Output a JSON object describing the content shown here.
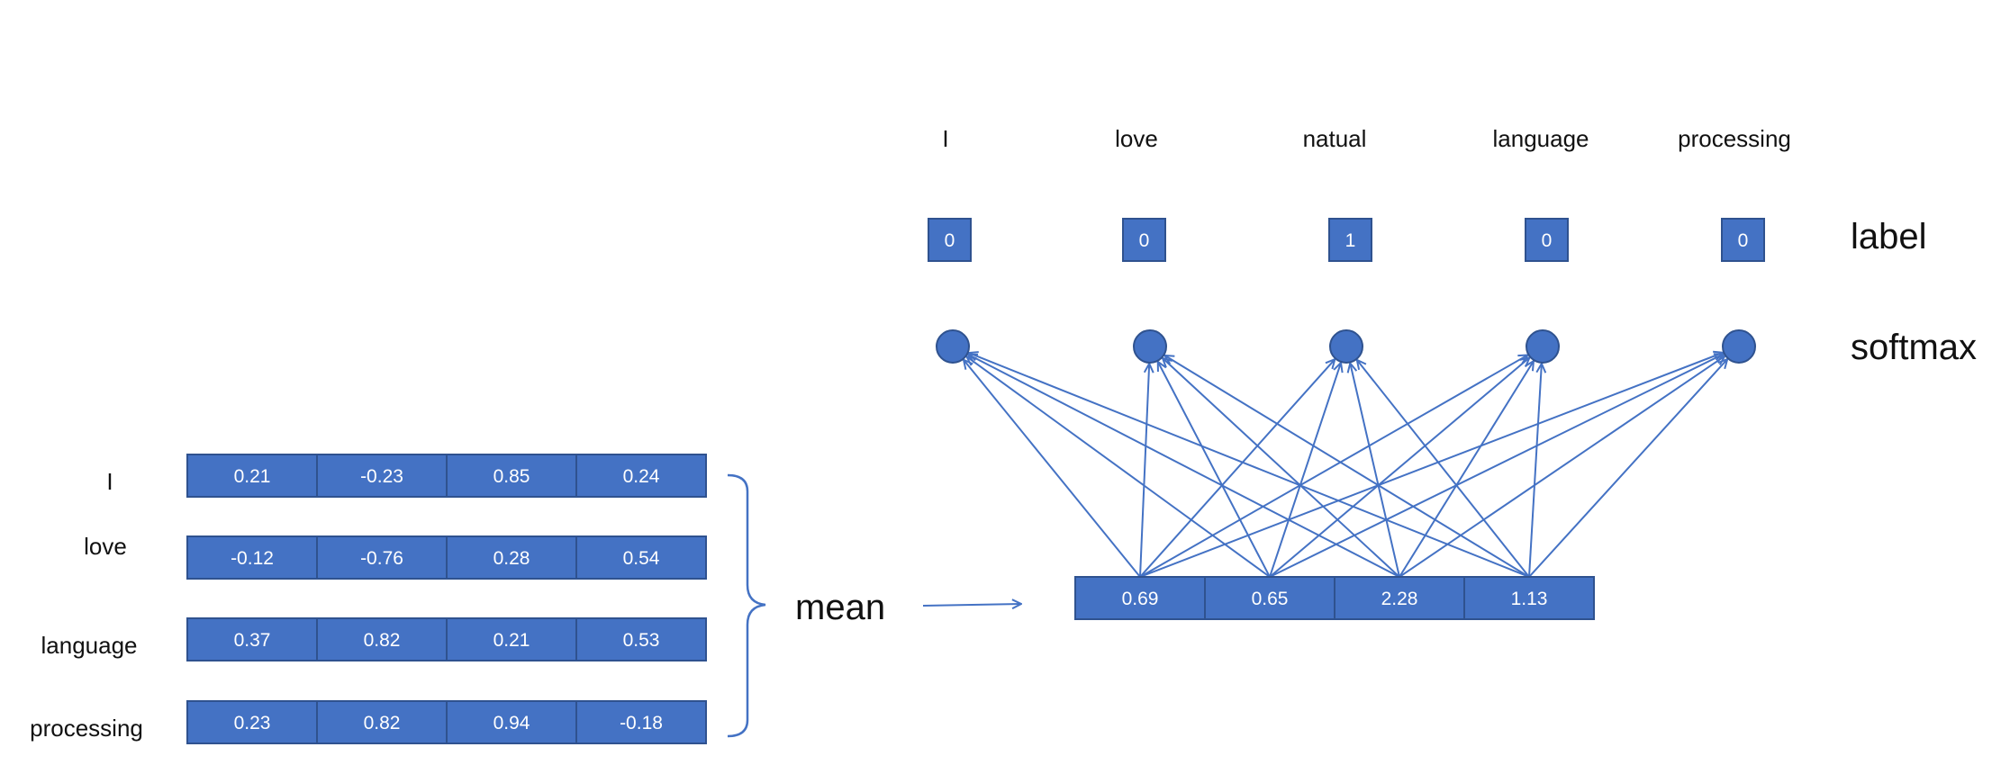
{
  "colors": {
    "box_fill": "#4472C4",
    "box_stroke": "#2F528F",
    "line": "#4472C4"
  },
  "top_words": [
    "I",
    "love",
    "natual",
    "language",
    "processing"
  ],
  "labels": [
    "0",
    "0",
    "1",
    "0",
    "0"
  ],
  "label_title": "label",
  "softmax_title": "softmax",
  "mean_label": "mean",
  "input_rows": [
    {
      "word": "I",
      "values": [
        "0.21",
        "-0.23",
        "0.85",
        "0.24"
      ]
    },
    {
      "word": "love",
      "values": [
        "-0.12",
        "-0.76",
        "0.28",
        "0.54"
      ]
    },
    {
      "word": "language",
      "values": [
        "0.37",
        "0.82",
        "0.21",
        "0.53"
      ]
    },
    {
      "word": "processing",
      "values": [
        "0.23",
        "0.82",
        "0.94",
        "-0.18"
      ]
    }
  ],
  "mean_vector": [
    "0.69",
    "0.65",
    "2.28",
    "1.13"
  ]
}
